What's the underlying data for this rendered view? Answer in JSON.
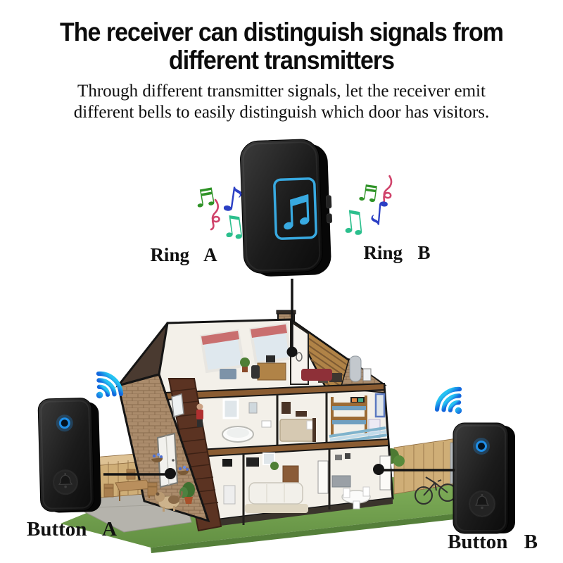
{
  "header": {
    "title_line1": "The receiver can distinguish signals from",
    "title_line2": "different transmitters",
    "subtitle_line1": "Through different transmitter signals, let the receiver emit",
    "subtitle_line2": "different bells to easily distinguish which door has visitors."
  },
  "labels": {
    "ring_a": "Ring A",
    "ring_b": "Ring B",
    "button_a": "Button A",
    "button_b": "Button B"
  },
  "icons": {
    "musical_notes": {
      "sixteenth": "♬",
      "eighth": "♪",
      "beamed": "♫"
    },
    "receiver_chime_icon": "beamed-music-note-in-rounded-square",
    "wifi_icon": "three-arc-radio-signal",
    "bell_icon": "doorbell-bell",
    "led_icon": "blue-led-ring"
  },
  "colors": {
    "accent_blue": "#38a9e0",
    "wifi_blue_top": "#25c3f2",
    "wifi_blue_bottom": "#1366dd",
    "note_green": "#2f9327",
    "note_blue": "#2b3fc4",
    "note_teal": "#2bbf8d",
    "note_pink": "#d0436b",
    "device_black": "#141414",
    "connector_black": "#141414",
    "grass_green": "#74a14e",
    "brick_tan": "#ab8c6c"
  }
}
